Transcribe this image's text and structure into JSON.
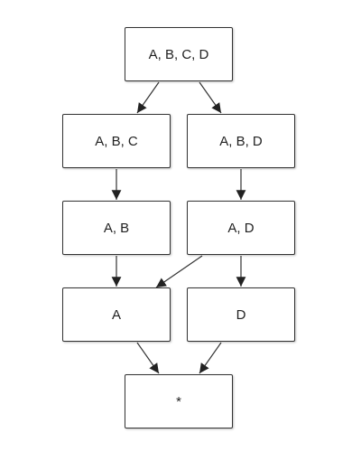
{
  "nodes": {
    "root": "A, B, C, D",
    "abc": "A, B, C",
    "abd": "A, B, D",
    "ab": "A, B",
    "ad": "A, D",
    "a": "A",
    "d": "D",
    "bottom": "*"
  },
  "colors": {
    "stroke": "#333333",
    "text": "#222222",
    "background": "#ffffff"
  }
}
